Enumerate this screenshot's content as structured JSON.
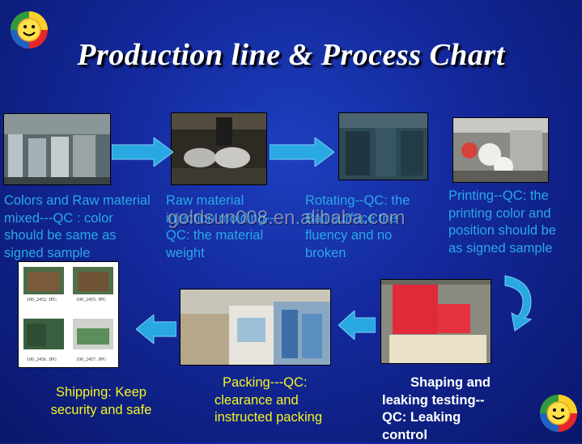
{
  "title": "Production line &  Process Chart",
  "watermark": "goldsun008.en.alibaba.com",
  "steps": [
    {
      "caption_lines": [
        "Colors and Raw material",
        "mixed---QC : color",
        "should be same as",
        "signed sample"
      ]
    },
    {
      "caption_lines": [
        "Raw material",
        "injection molding--",
        "QC: the material",
        "weight"
      ]
    },
    {
      "caption_lines": [
        "Rotating--QC: the",
        "Ball surface the",
        "fluency and no",
        "broken"
      ]
    },
    {
      "caption_lines": [
        "Printing--QC: the",
        "printing color and",
        "position should be",
        "as signed sample"
      ]
    },
    {
      "caption_lines": [
        "Shaping and",
        "leaking testing--",
        "QC: Leaking",
        "control"
      ]
    },
    {
      "caption_lines": [
        "Packing---QC:",
        "clearance and",
        "instructed packing"
      ]
    },
    {
      "caption_lines": [
        "Shipping: Keep",
        "security and safe"
      ]
    }
  ],
  "shipping_photos": [
    {
      "label": "100_2452. JPG"
    },
    {
      "label": "100_2455. JPG"
    },
    {
      "label": "100_2456. JPG"
    },
    {
      "label": "100_2457. JPG"
    }
  ]
}
